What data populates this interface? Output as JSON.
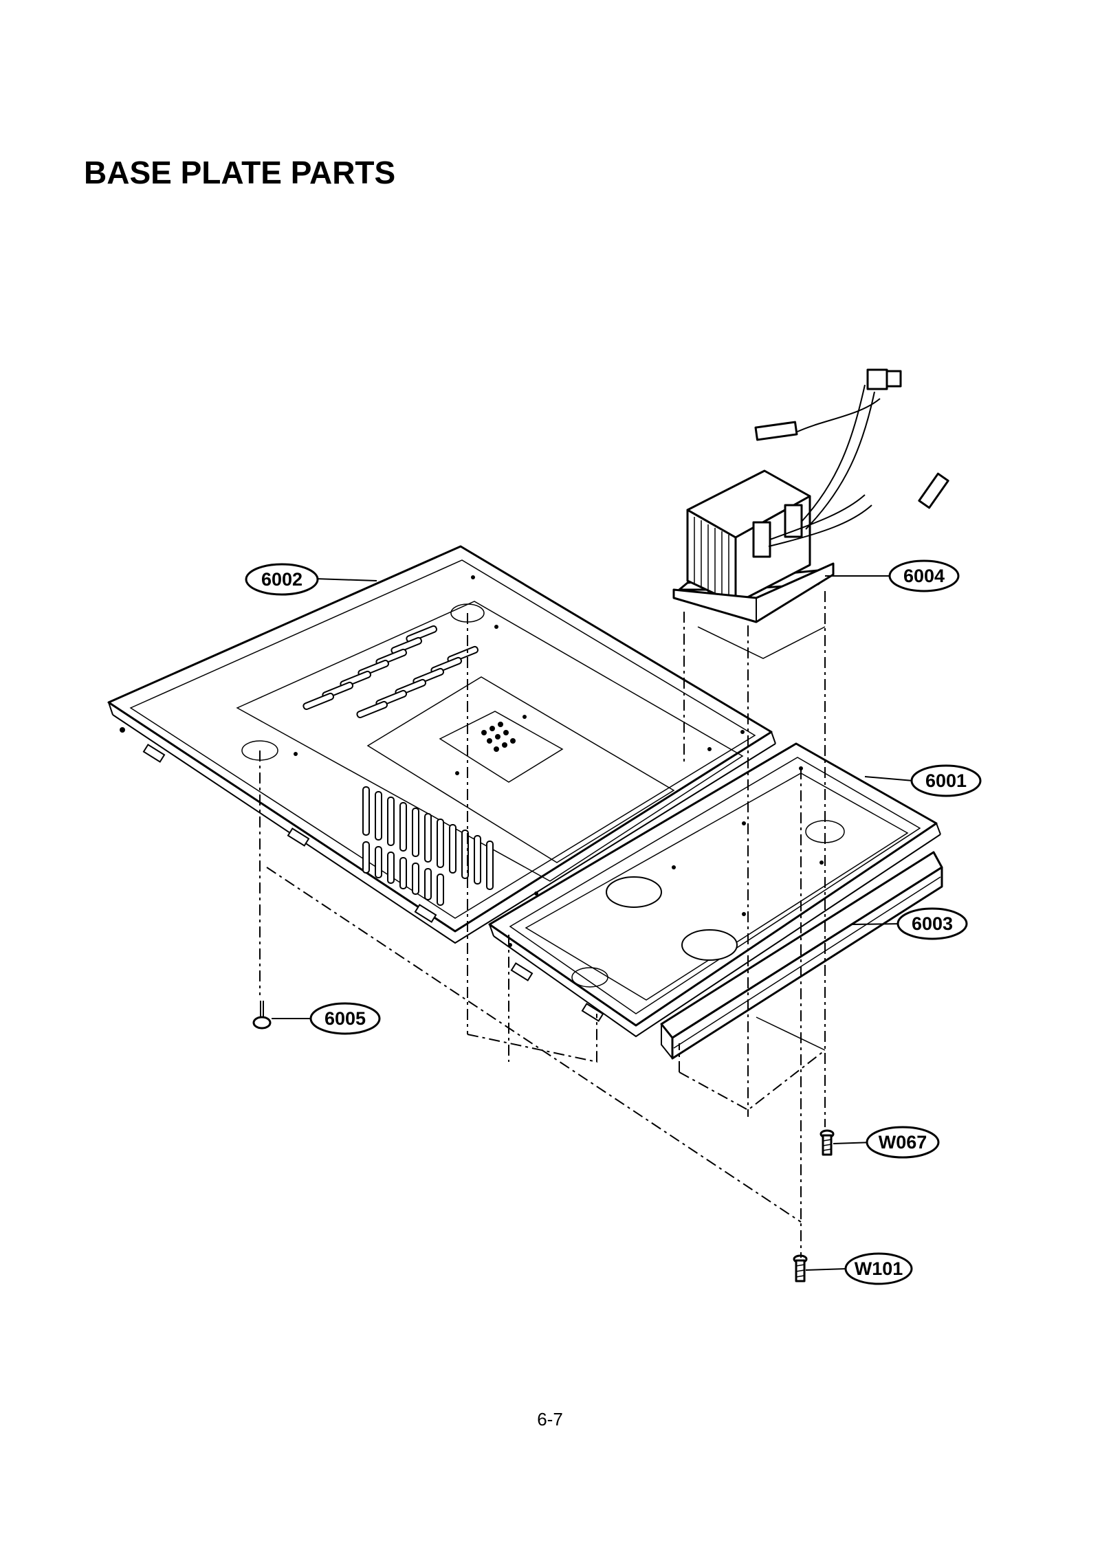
{
  "page": {
    "title": "BASE PLATE PARTS",
    "page_number": "6-7"
  },
  "parts": {
    "p6001": "6001",
    "p6002": "6002",
    "p6003": "6003",
    "p6004": "6004",
    "p6005": "6005",
    "w067": "W067",
    "w101": "W101"
  },
  "icons": {
    "base_plate_left": "base-plate-icon",
    "base_plate_right": "base-plate-icon",
    "transformer": "transformer-icon",
    "filter_strip": "filter-strip-icon",
    "foot": "foot-icon",
    "screw": "screw-icon"
  }
}
